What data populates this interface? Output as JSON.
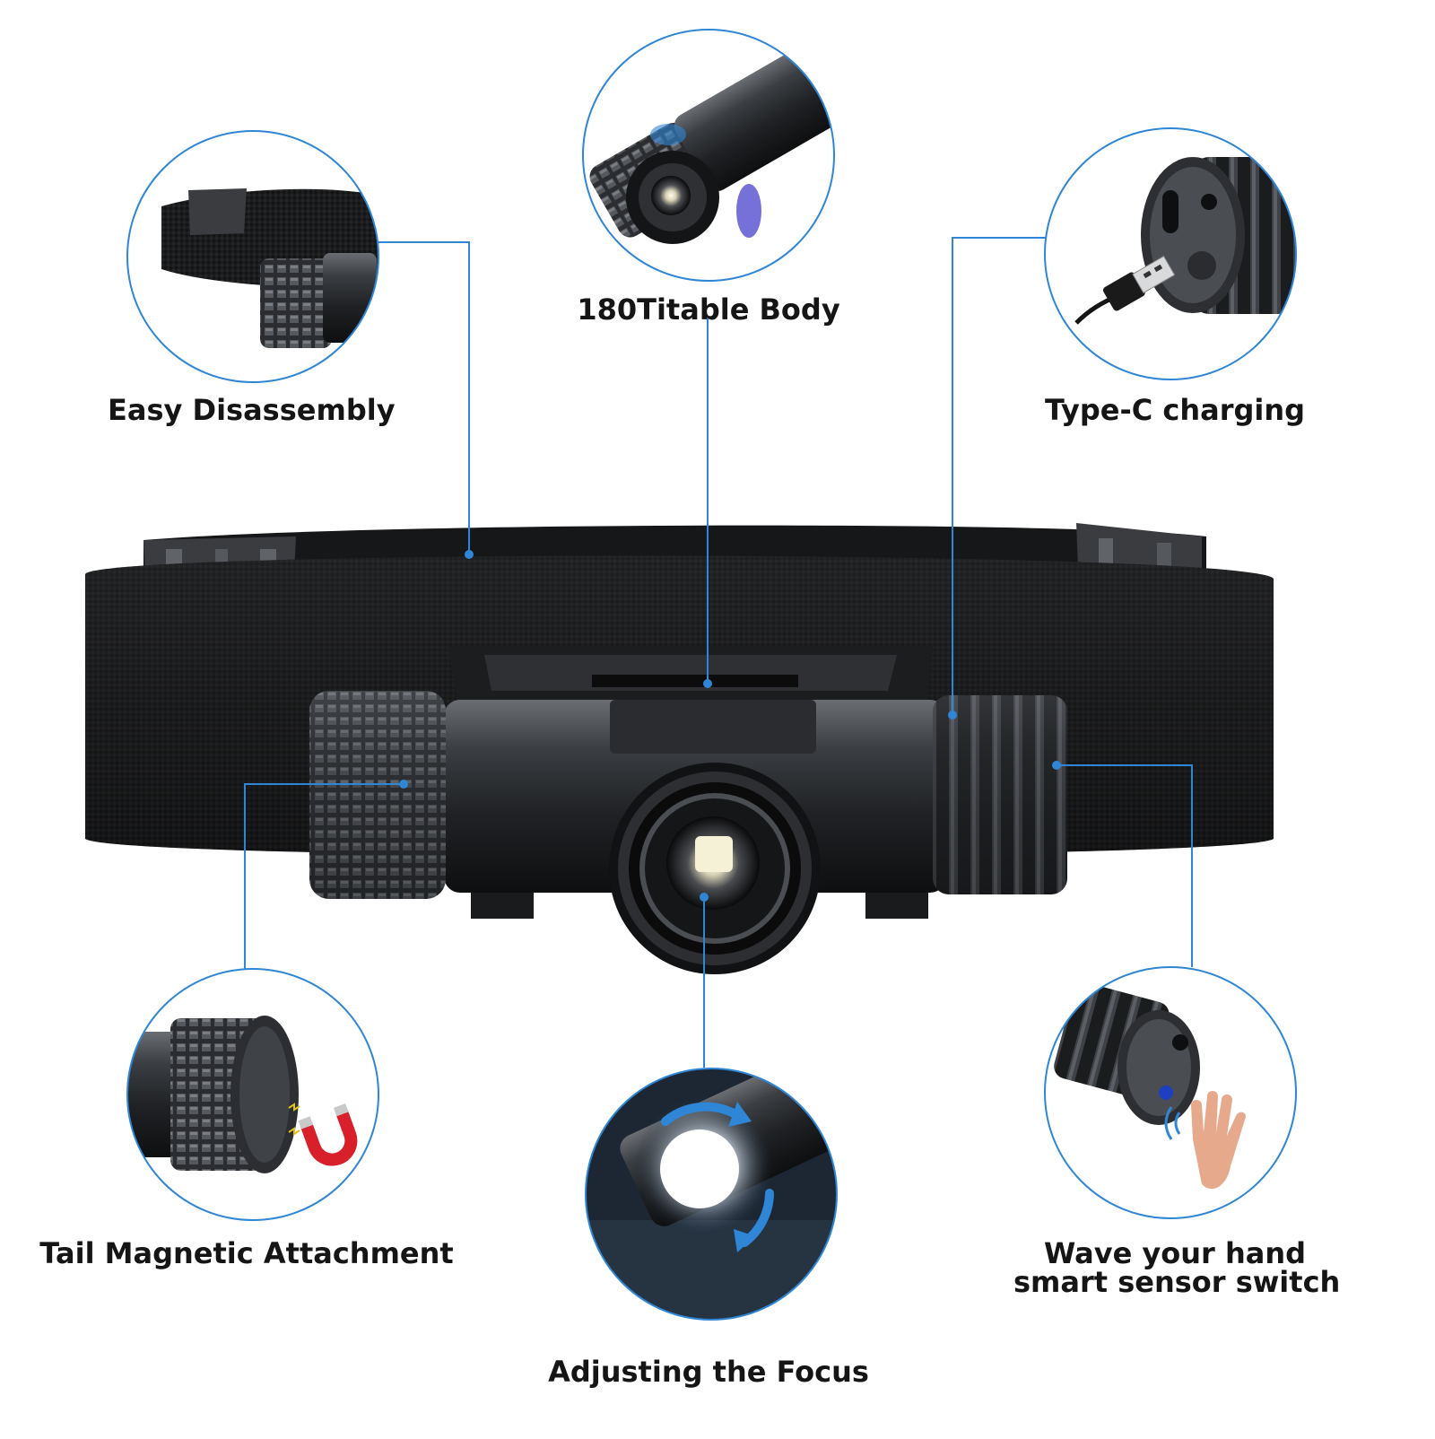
{
  "accent_color": "#2f86d6",
  "features": {
    "easy_disassembly": "Easy Disassembly",
    "tiltable_body": "180Titable Body",
    "type_c_charging": "Type-C charging",
    "tail_magnetic": "Tail Magnetic Attachment",
    "adjusting_focus": "Adjusting the Focus",
    "wave_line1": "Wave your hand",
    "wave_line2": "smart sensor switch"
  },
  "icons": [
    "headlamp-body",
    "headband",
    "usb-cable",
    "magnet-icon",
    "hand-wave-icon",
    "focus-arrows-icon"
  ]
}
